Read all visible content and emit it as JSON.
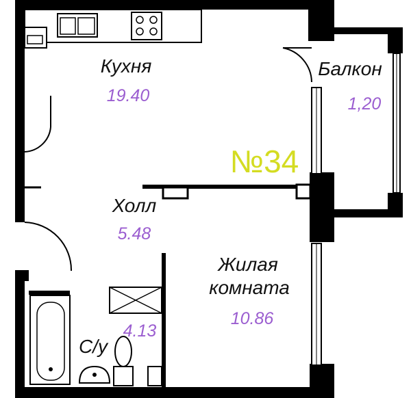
{
  "apartment": {
    "number": "№34",
    "number_color": "#d4dc22"
  },
  "colors": {
    "wall": "#000000",
    "area_text": "#9b5ed0",
    "background": "#ffffff"
  },
  "rooms": {
    "kitchen": {
      "name": "Кухня",
      "area": "19.40"
    },
    "balcony": {
      "name": "Балкон",
      "area": "1,20"
    },
    "hall": {
      "name": "Холл",
      "area": "5.48"
    },
    "living_line1": {
      "name": "Жилая"
    },
    "living_line2": {
      "name": "комната",
      "area": "10.86"
    },
    "bathroom": {
      "name": "С/у",
      "area": "4.13"
    }
  },
  "fixtures": [
    "sink-icon",
    "stove-icon",
    "bathtub-icon",
    "toilet-icon",
    "washbasin-icon",
    "ventilation-shaft"
  ]
}
